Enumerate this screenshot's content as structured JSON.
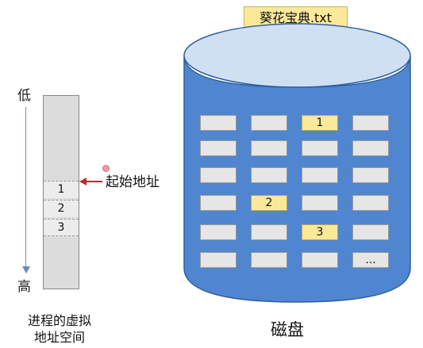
{
  "file": {
    "name": "葵花宝典.txt"
  },
  "address_space": {
    "low_label": "低",
    "high_label": "高",
    "segments": [
      "1",
      "2",
      "3"
    ],
    "start_address_label": "起始地址",
    "caption_line1": "进程的虚拟",
    "caption_line2": "地址空间"
  },
  "disk": {
    "label": "磁盘",
    "blocks": [
      [
        "",
        "",
        "1",
        ""
      ],
      [
        "",
        "",
        "",
        ""
      ],
      [
        "",
        "",
        "",
        ""
      ],
      [
        "",
        "2",
        "",
        ""
      ],
      [
        "",
        "",
        "3",
        ""
      ],
      [
        "",
        "",
        "",
        "..."
      ]
    ],
    "highlighted": [
      [
        0,
        2
      ],
      [
        3,
        1
      ],
      [
        4,
        2
      ]
    ]
  },
  "colors": {
    "disk_fill": "#4f86cf",
    "disk_top": "#cfe0f3",
    "highlight": "#fbe99a",
    "block": "#e6e6e6",
    "arrow": "#c0272d"
  }
}
